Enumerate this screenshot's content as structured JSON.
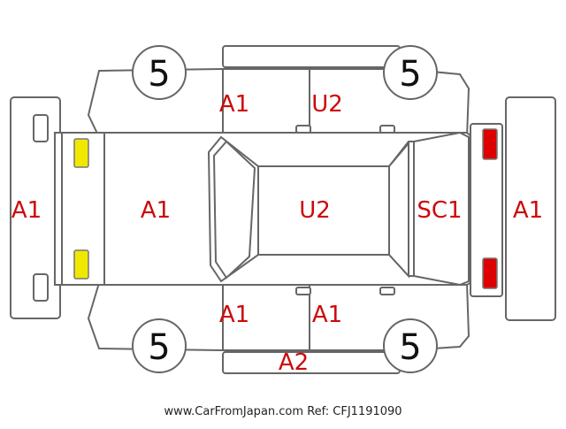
{
  "diagram": {
    "tires": {
      "front_left": "5",
      "front_right": "5",
      "rear_left": "5",
      "rear_right": "5"
    },
    "codes": {
      "front_bumper": "A1",
      "hood": "A1",
      "roof": "U2",
      "rear_hatch": "SC1",
      "rear_bumper": "A1",
      "front_door_top": "A1",
      "rear_door_top": "U2",
      "front_door_bottom": "A1",
      "rear_door_bottom": "A1",
      "rocker_bottom": "A2"
    },
    "colors": {
      "code_text": "#cc0a0a",
      "front_lamps": "#f0e800",
      "rear_lamps": "#dd0000",
      "outline": "#666666"
    }
  },
  "footer": {
    "site": "www.CarFromJapan.com",
    "ref": "Ref: CFJ1191090"
  }
}
